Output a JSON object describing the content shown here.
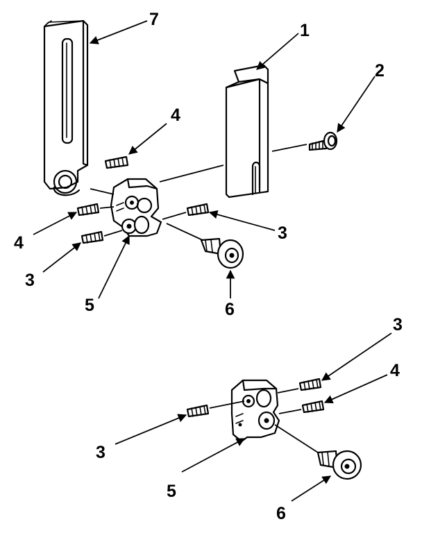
{
  "diagram": {
    "callouts": {
      "upper": {
        "part_1": "1",
        "part_2": "2",
        "part_3_left": "3",
        "part_3_right": "3",
        "part_4_top": "4",
        "part_4_left": "4",
        "part_5": "5",
        "part_6": "6",
        "part_7": "7"
      },
      "lower": {
        "part_3_left": "3",
        "part_3_right": "3",
        "part_4": "4",
        "part_5": "5",
        "part_6": "6"
      }
    },
    "ink_color": "#000000",
    "paper_color": "#ffffff"
  }
}
